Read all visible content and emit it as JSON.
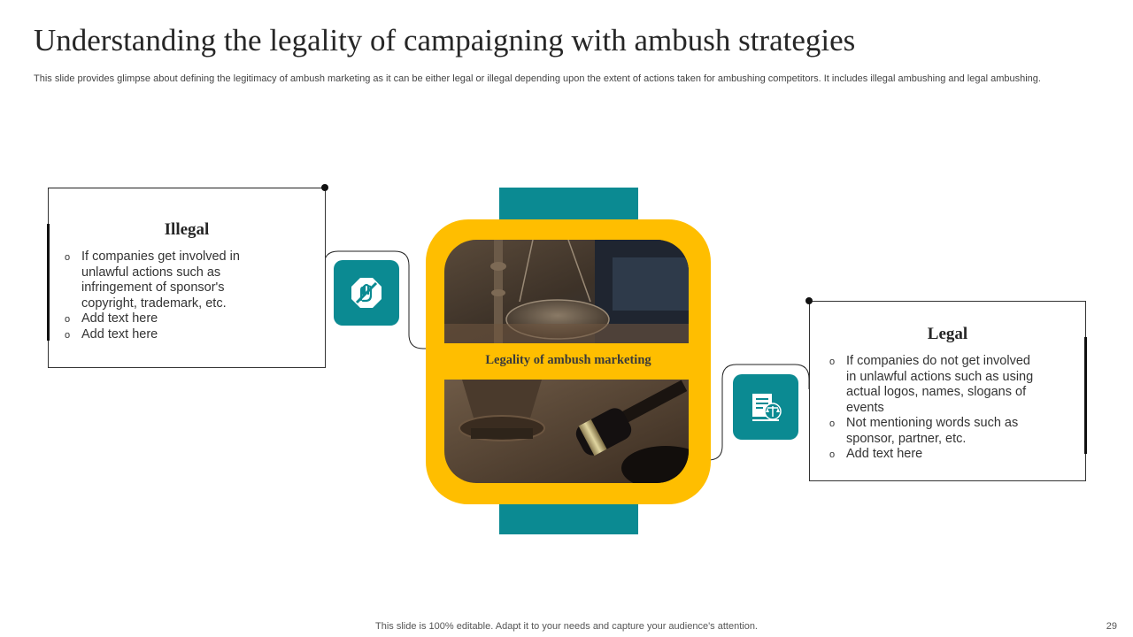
{
  "slide": {
    "title": "Understanding the legality of campaigning with ambush strategies",
    "subtitle": "This slide provides glimpse about defining the legitimacy of ambush marketing as it can be either legal or illegal depending upon the extent of actions taken for  ambushing competitors. It includes illegal ambushing and legal ambushing.",
    "footer": "This slide is 100% editable. Adapt it to your needs and capture your audience's attention.",
    "page_number": "29"
  },
  "center": {
    "label": "Legality of ambush marketing"
  },
  "illegal": {
    "heading": "Illegal",
    "icon": "no-hand-icon",
    "items": [
      "If companies get involved in unlawful actions such as infringement of sponsor's copyright, trademark, etc.",
      "Add text here",
      "Add text here"
    ]
  },
  "legal": {
    "heading": "Legal",
    "icon": "legal-document-icon",
    "items": [
      "If companies do not get involved in unlawful actions such as using actual logos, names, slogans of events",
      "Not mentioning words such as sponsor, partner, etc.",
      "Add text here"
    ]
  },
  "colors": {
    "teal": "#0b8a92",
    "yellow": "#ffbe00"
  }
}
